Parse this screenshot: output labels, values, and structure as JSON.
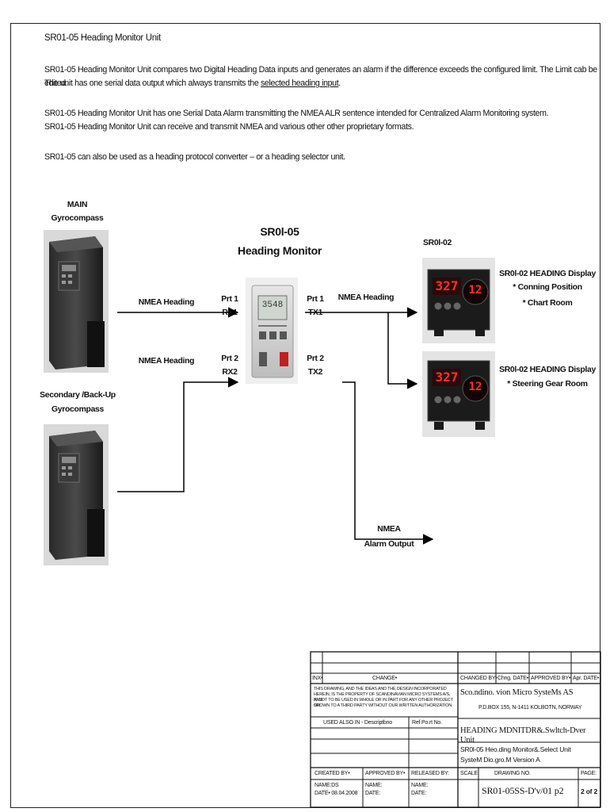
{
  "header": {
    "title": "SR01-05 Heading Monitor Unit",
    "para1_line1": "SR01-05 Heading Monitor Unit compares two Digital Heading Data inputs and generates an alarm if the difference exceeds the configured limit. The Limit cab be edited.",
    "para1_line2_prefix": "The unit has one serial data output which always transmits the ",
    "para1_line2_link": "selected heading input",
    "para1_line2_suffix": ".",
    "para2_line1": "SR01-05 Heading Monitor Unit has one Serial Data Alarm transmitting the NMEA ALR sentence intended for Centralized Alarm Monitoring system.",
    "para2_line2": "SR01-05 Heading Monitor Unit can receive and transmit NMEA and various other other proprietary formats.",
    "para3": "SR01-05 can also be used as a heading protocol converter – or a heading selector unit."
  },
  "diagram": {
    "main_gyro_label_1": "MAIN",
    "main_gyro_label_2": "Gyrocompass",
    "backup_gyro_label_1": "Secondary /Back-Up",
    "backup_gyro_label_2": "Gyrocompass",
    "monitor_title_1": "SR0l-05",
    "monitor_title_2": "Heading Monitor",
    "monitor_display": "3548",
    "display_unit_title": "SR0l-02",
    "input1_label": "NMEA Heading",
    "input2_label": "NMEA Heading",
    "output1_label": "NMEA Heading",
    "alarm_label_1": "NMEA",
    "alarm_label_2": "Alarm Output",
    "port1_in_1": "Prt 1",
    "port1_in_2": "RX1",
    "port2_in_1": "Prt 2",
    "port2_in_2": "RX2",
    "port1_out_1": "Prt 1",
    "port1_out_2": "TX1",
    "port2_out_1": "Prt 2",
    "port2_out_2": "TX2",
    "display1_digits": "327",
    "display1_dial": "12",
    "display2_digits": "327",
    "display2_dial": "12",
    "display1_title": "SR0l-02 HEADING Display",
    "display1_item1": "* Conning Position",
    "display1_item2": "* Chart Room",
    "display2_title": "SR0l-02 HEADING Display",
    "display2_item1": "* Steering Gear Room"
  },
  "title_block": {
    "col_inx": "INX•",
    "col_change": "CHANGE•",
    "col_changed_by": "CHANGED BY•",
    "col_chng_date": "Chng. DATE•",
    "col_approved_by": "APPROVED BY•",
    "col_apr_date": "Apr. DATE•",
    "copyright_1": "THIS DRAWING, AND THE IDEAS AND THE DESIGN INCORPORATED",
    "copyright_2": "HEREIN, IS THE PROPERTY OF SCANDINAVIAN MICRO SYSTEMS A/S, AND",
    "copyright_3": "IS NOT TO BE USED IN WHOLE OR IN PART FOR ANY OTHER PROJECT OR",
    "copyright_4": "SHOWN TO A THIRD PARTY WITHOUT OUR WRITTEN AUTHORIZATION.",
    "used_also_in": "USED ALSO IN - Descriptbno",
    "ref_part_no": "Ref Po.rt No.",
    "company": "Sco.ndino. vion Micro SysteMs AS",
    "address": "P.D.BOX 155, N-1411 KOLBOTN, NORWAY",
    "drawing_title": "HEADING MDNITDR&.Swltch-Dver Unit",
    "drawing_sub_1": "SR0l-05 Heo.ding Monitor&.Select Unit",
    "drawing_sub_2": "SysteM Dio.gro.M Version A",
    "created_by": "CREATED BY•",
    "approved_by": "APPROVED BY•",
    "released_by": "RELEASED BY:",
    "scale": "SCALE:",
    "drawing_no_label": "DRAWING NO.",
    "page_label": "PAGE:",
    "created_name": "NAME:DS",
    "created_date": "DATE• 08.04.2008",
    "approved_name": "NAME:",
    "approved_date": "DATE:",
    "released_name": "NAME:",
    "released_date": "DATE:",
    "drawing_no": "SR01-05SS-D'v/01 p2",
    "page": "2 of 2"
  }
}
